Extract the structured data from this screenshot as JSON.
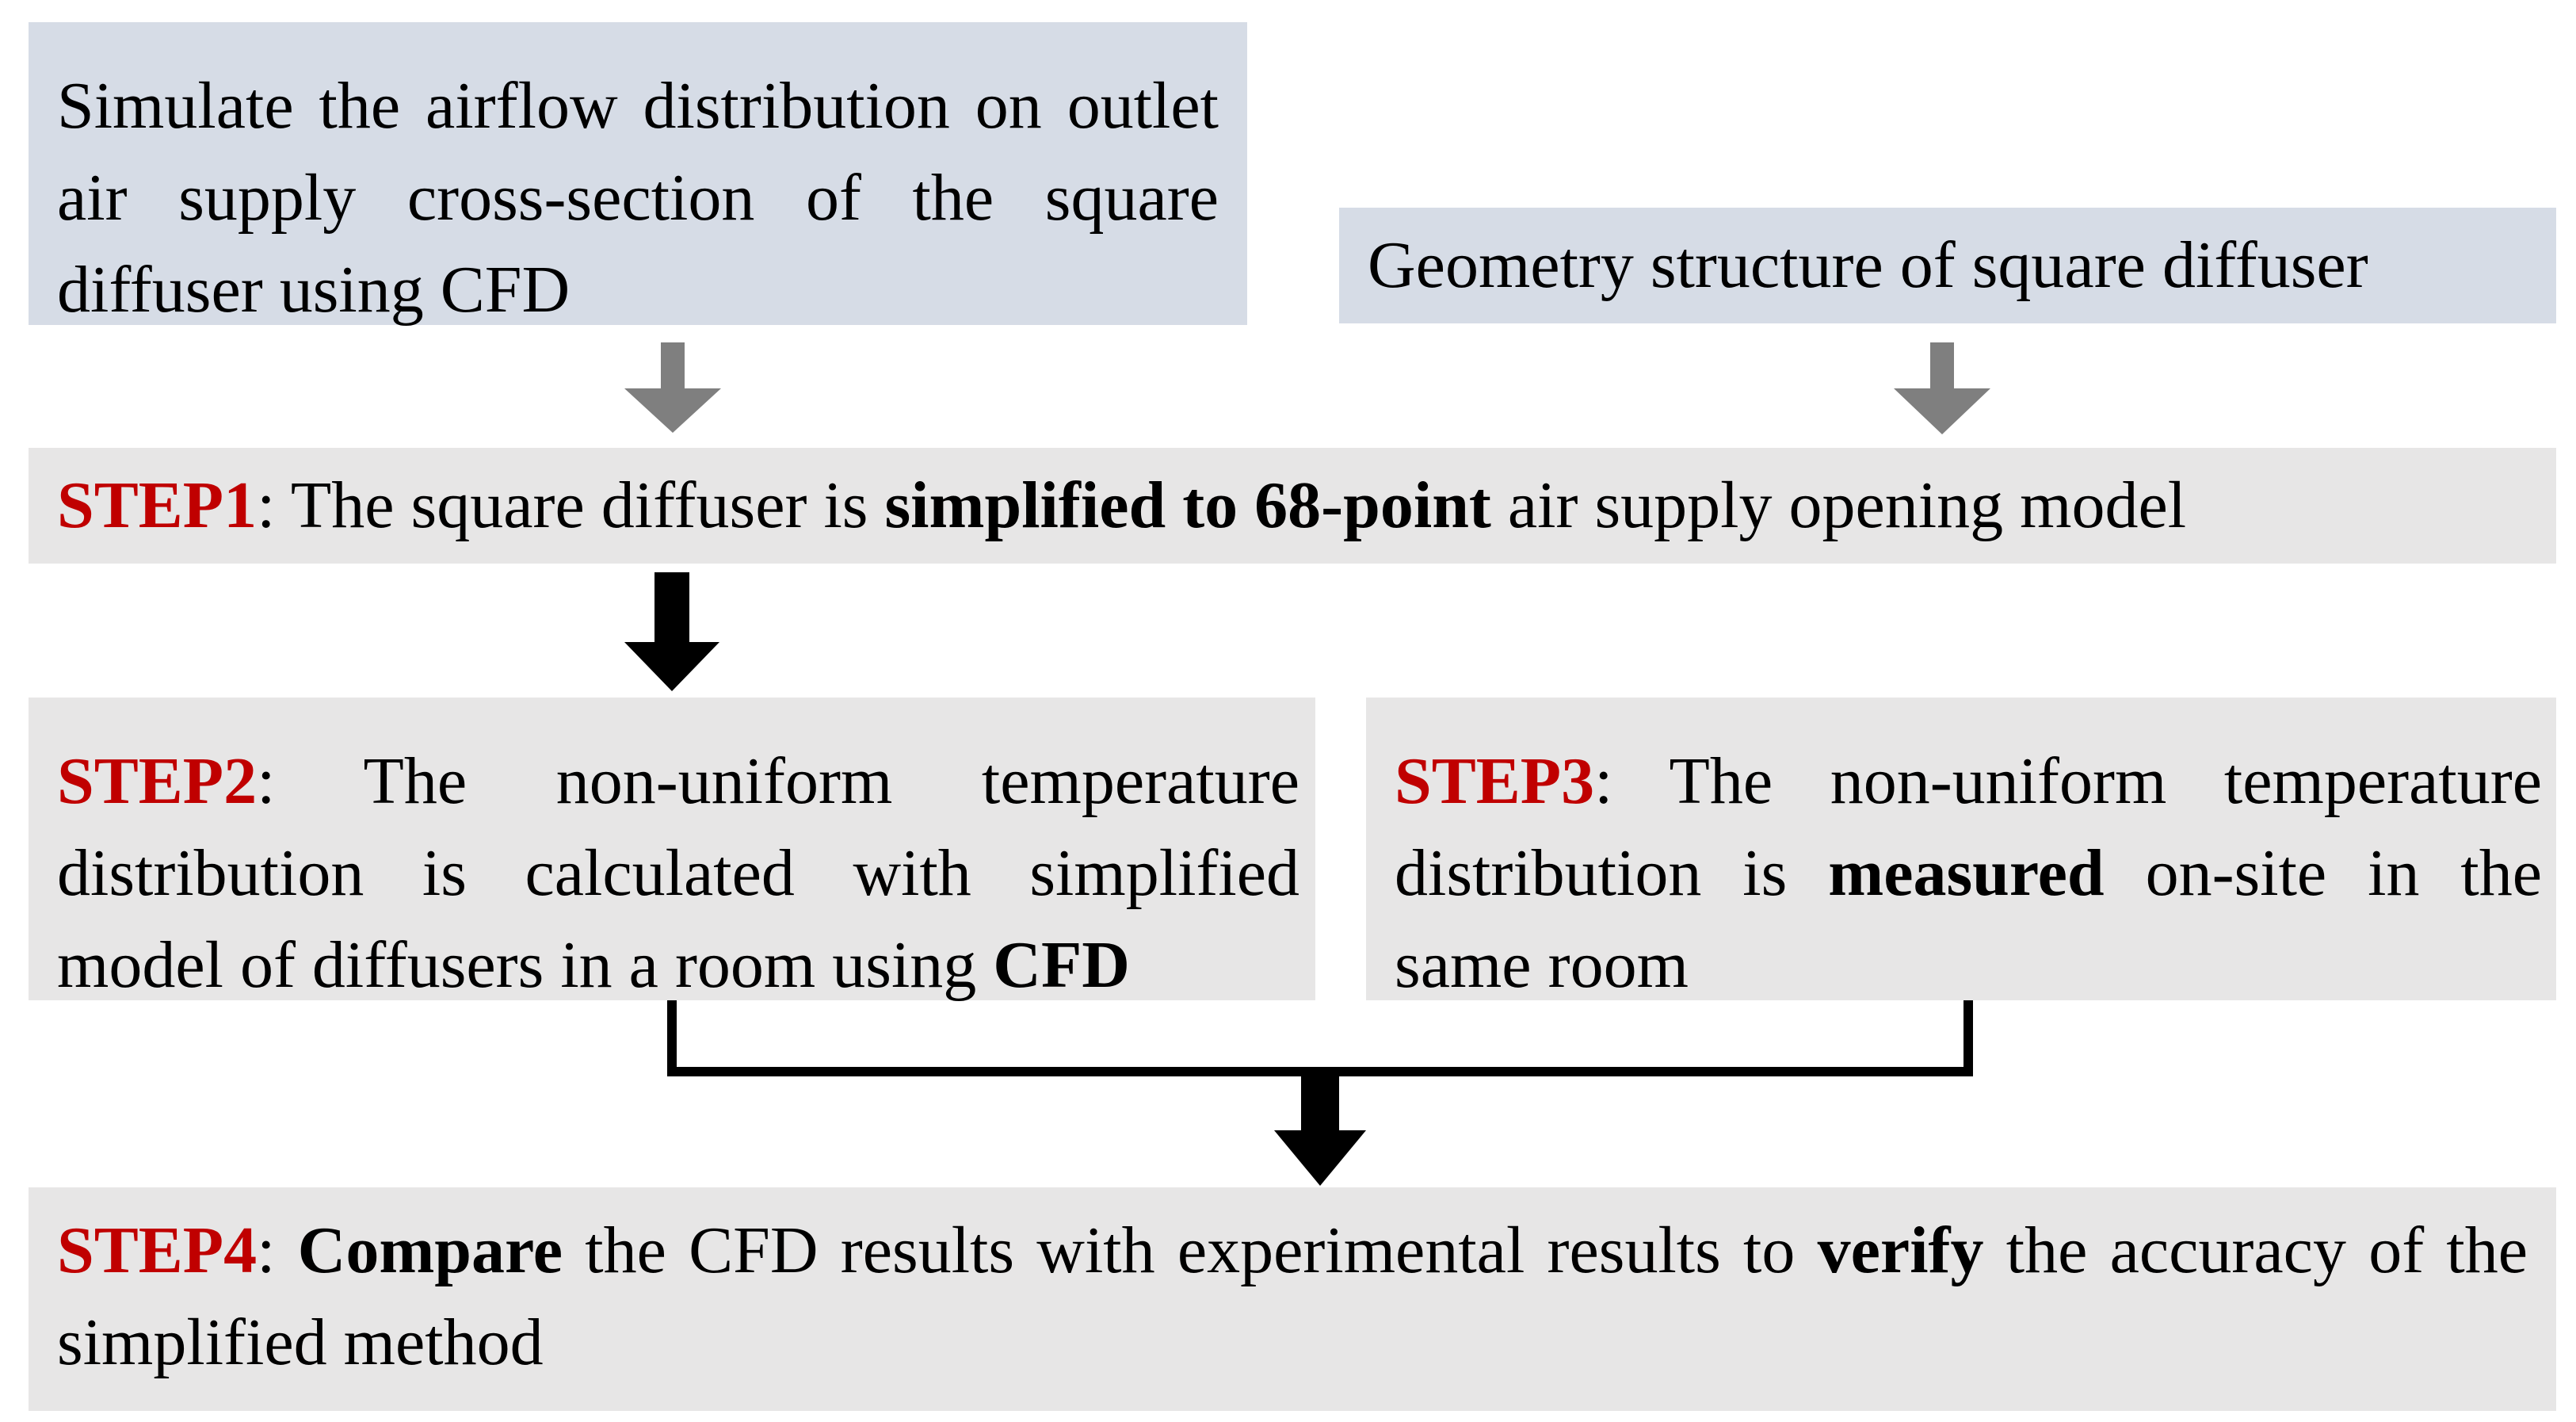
{
  "boxes": {
    "cfd_sim": "Simulate the airflow distribution on outlet air supply cross-section of the square diffuser using CFD",
    "geometry": "Geometry structure of square diffuser",
    "step1": {
      "label": "STEP1",
      "sep": ": ",
      "t1": "The square diffuser is ",
      "b1": "simplified to 68-point",
      "t2": " air supply opening model"
    },
    "step2": {
      "label": "STEP2",
      "sep": ": ",
      "t1": "The non-uniform temperature distribution is calculated with simplified model of diffusers in a room using ",
      "b1": "CFD"
    },
    "step3": {
      "label": "STEP3",
      "sep": ": ",
      "t1": "The non-uniform temperature distribution is ",
      "b1": "measured",
      "t2": " on-site in the same room"
    },
    "step4": {
      "label": "STEP4",
      "sep": ": ",
      "b1": "Compare",
      "t1": " the CFD results with experimental results to ",
      "b2": "verify",
      "t2": " the accuracy of the simplified method"
    }
  },
  "colors": {
    "blue_box": "#d6dce6",
    "grey_box": "#e7e6e6",
    "step_label": "#c00000",
    "grey_arrow": "#7f7f7f",
    "black_arrow": "#000000"
  }
}
